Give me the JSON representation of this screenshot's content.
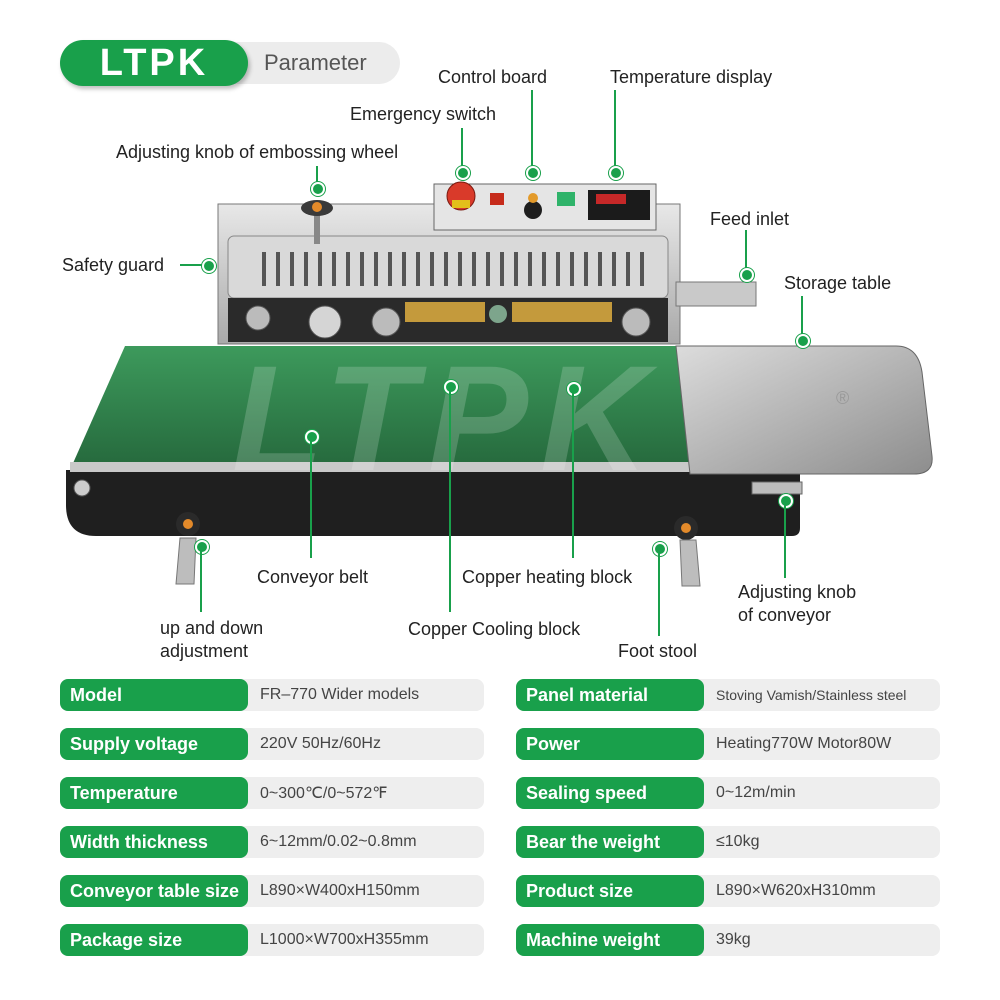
{
  "header": {
    "brand": "LTPK",
    "subtitle": "Parameter"
  },
  "watermark": "LTPK",
  "callouts": {
    "control_board": "Control board",
    "temperature_display": "Temperature display",
    "emergency_switch": "Emergency switch",
    "embossing_knob": "Adjusting knob of embossing wheel",
    "feed_inlet": "Feed inlet",
    "safety_guard": "Safety guard",
    "storage_table": "Storage table",
    "conveyor_belt": "Conveyor belt",
    "copper_heating": "Copper heating block",
    "conveyor_knob_l1": "Adjusting knob",
    "conveyor_knob_l2": "of conveyor",
    "updown_l1": "up and down",
    "updown_l2": "adjustment",
    "copper_cooling": "Copper Cooling block",
    "foot_stool": "Foot stool"
  },
  "specs": [
    {
      "label": "Model",
      "value": "FR–770 Wider models"
    },
    {
      "label": "Panel material",
      "value": "Stoving Vamish/Stainless steel"
    },
    {
      "label": "Supply voltage",
      "value": "220V  50Hz/60Hz"
    },
    {
      "label": "Power",
      "value": "Heating770W  Motor80W"
    },
    {
      "label": "Temperature",
      "value": "0~300℃/0~572℉"
    },
    {
      "label": "Sealing speed",
      "value": "0~12m/min"
    },
    {
      "label": "Width thickness",
      "value": "6~12mm/0.02~0.8mm"
    },
    {
      "label": "Bear the weight",
      "value": "≤10kg"
    },
    {
      "label": "Conveyor table size",
      "value": "L890×W400xH150mm"
    },
    {
      "label": "Product size",
      "value": "L890×W620xH310mm"
    },
    {
      "label": "Package size",
      "value": "L1000×W700xH355mm"
    },
    {
      "label": "Machine weight",
      "value": "39kg"
    }
  ],
  "colors": {
    "accent": "#19a04b",
    "belt": "#2f7d4a",
    "steel": "#c9c9c9",
    "dark": "#1e1e1e"
  }
}
